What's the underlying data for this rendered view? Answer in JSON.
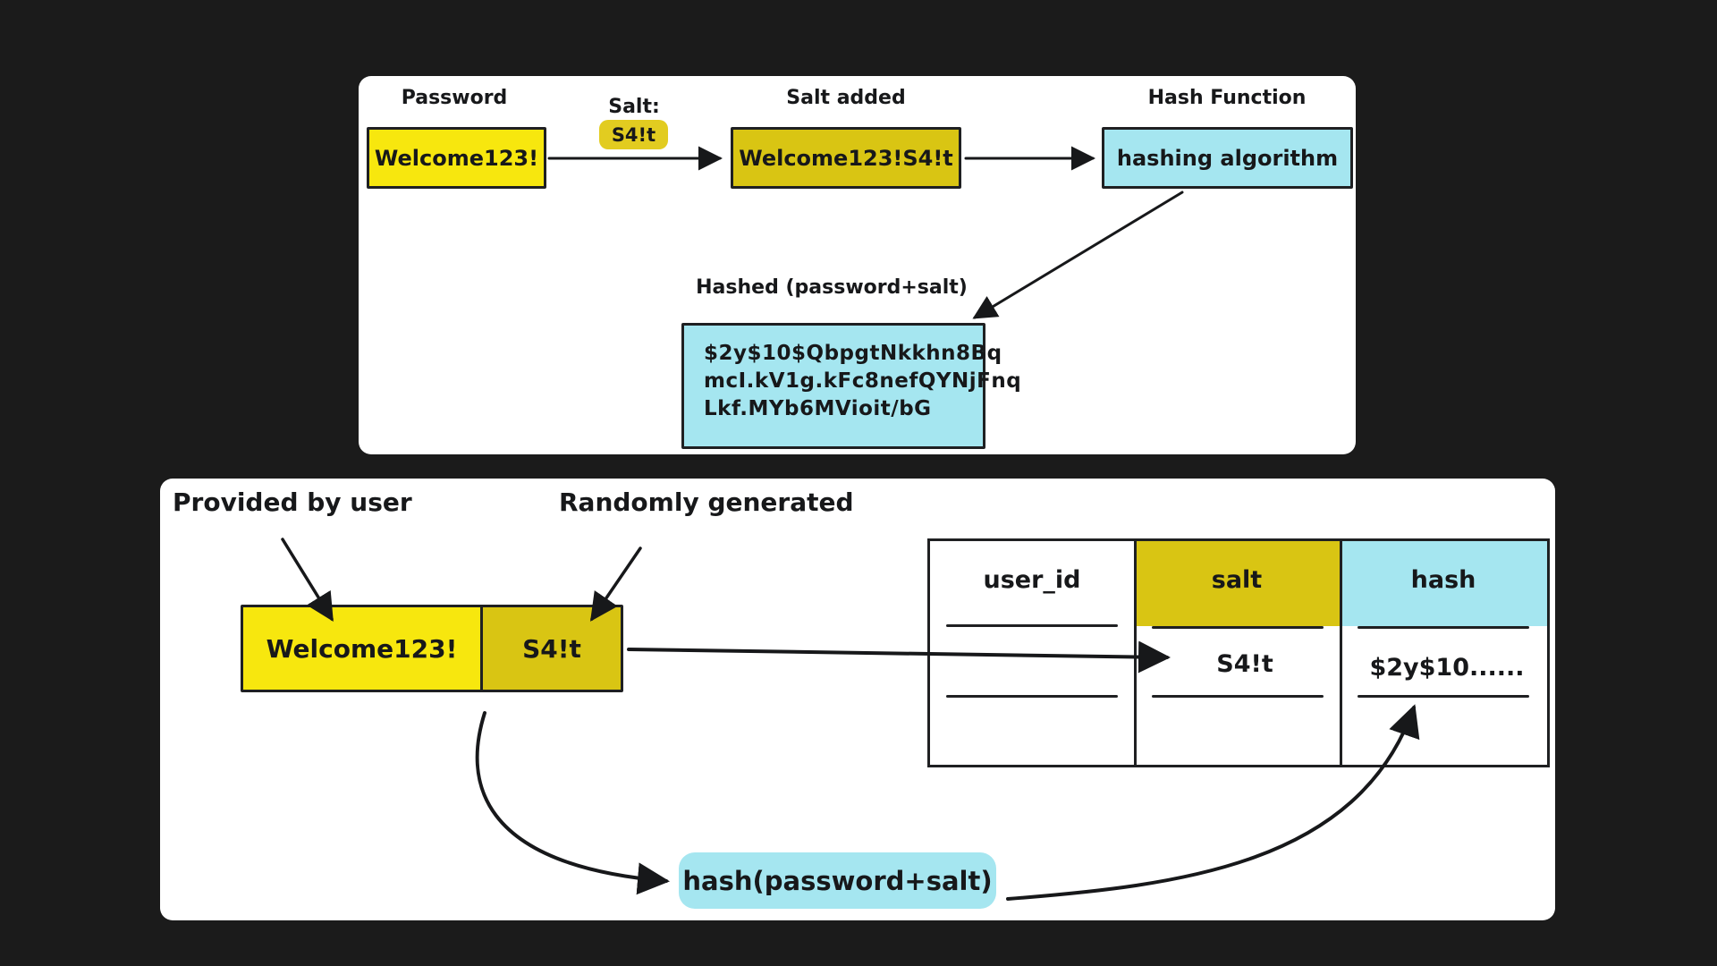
{
  "colors": {
    "background": "#1b1b1b",
    "panel": "#ffffff",
    "yellow": "#f7e70e",
    "mustard": "#d9c513",
    "cyan": "#a5e6f0",
    "ink": "#17181a"
  },
  "top_panel": {
    "password_label": "Password",
    "password_value": "Welcome123!",
    "salt_label": "Salt:",
    "salt_value": "S4!t",
    "salt_added_label": "Salt added",
    "salt_added_value": "Welcome123!S4!t",
    "hash_function_label": "Hash Function",
    "hash_function_value": "hashing algorithm",
    "hashed_label": "Hashed (password+salt)",
    "hashed_lines": {
      "0": "$2y$10$QbpgtNkkhn8Bq",
      "1": "mcI.kV1g.kFc8nefQYNjFnq",
      "2": "Lkf.MYb6MVioit/bG"
    }
  },
  "bottom_panel": {
    "provided_label": "Provided by user",
    "random_label": "Randomly generated",
    "password_value": "Welcome123!",
    "salt_value": "S4!t",
    "formula": "hash(password+salt)",
    "table": {
      "columns": {
        "0": "user_id",
        "1": "salt",
        "2": "hash"
      },
      "row": {
        "salt": "S4!t",
        "hash": "$2y$10......"
      }
    }
  }
}
